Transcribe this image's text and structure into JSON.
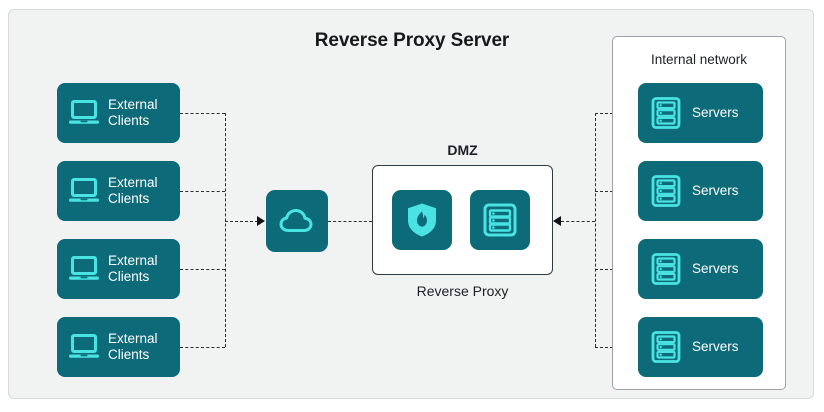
{
  "diagram": {
    "title": "Reverse Proxy Server",
    "background_color": "#f1f2f2",
    "accent_color": "#49e3e3",
    "node_color": "#0d6a78",
    "connector_color": "#2d2f31"
  },
  "clients": {
    "group_name": "External Clients",
    "items": [
      {
        "label": "External\nClients",
        "icon": "laptop-icon"
      },
      {
        "label": "External\nClients",
        "icon": "laptop-icon"
      },
      {
        "label": "External\nClients",
        "icon": "laptop-icon"
      },
      {
        "label": "External\nClients",
        "icon": "laptop-icon"
      }
    ]
  },
  "cloud": {
    "icon": "cloud-icon",
    "label": ""
  },
  "dmz": {
    "title": "DMZ",
    "caption": "Reverse Proxy",
    "tiles": [
      {
        "icon": "firewall-shield-icon",
        "name": "firewall"
      },
      {
        "icon": "server-rack-icon",
        "name": "proxy-server"
      }
    ]
  },
  "internal_network": {
    "title": "Internal network",
    "items": [
      {
        "label": "Servers",
        "icon": "server-rack-icon"
      },
      {
        "label": "Servers",
        "icon": "server-rack-icon"
      },
      {
        "label": "Servers",
        "icon": "server-rack-icon"
      },
      {
        "label": "Servers",
        "icon": "server-rack-icon"
      }
    ]
  }
}
